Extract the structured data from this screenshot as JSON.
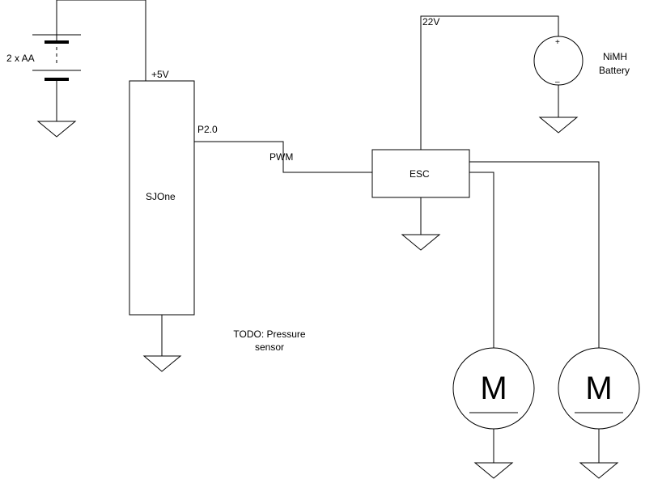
{
  "labels": {
    "aa_battery": "2 x AA",
    "plus5v": "+5V",
    "sjone": "SJOne",
    "p20": "P2.0",
    "pwm": "PWM",
    "esc": "ESC",
    "v22": "22V",
    "nimh_line1": "NiMH",
    "nimh_line2": "Battery",
    "todo_line1": "TODO: Pressure",
    "todo_line2": "sensor",
    "motor1": "M",
    "motor2": "M",
    "src_plus": "+",
    "src_minus": "–"
  }
}
